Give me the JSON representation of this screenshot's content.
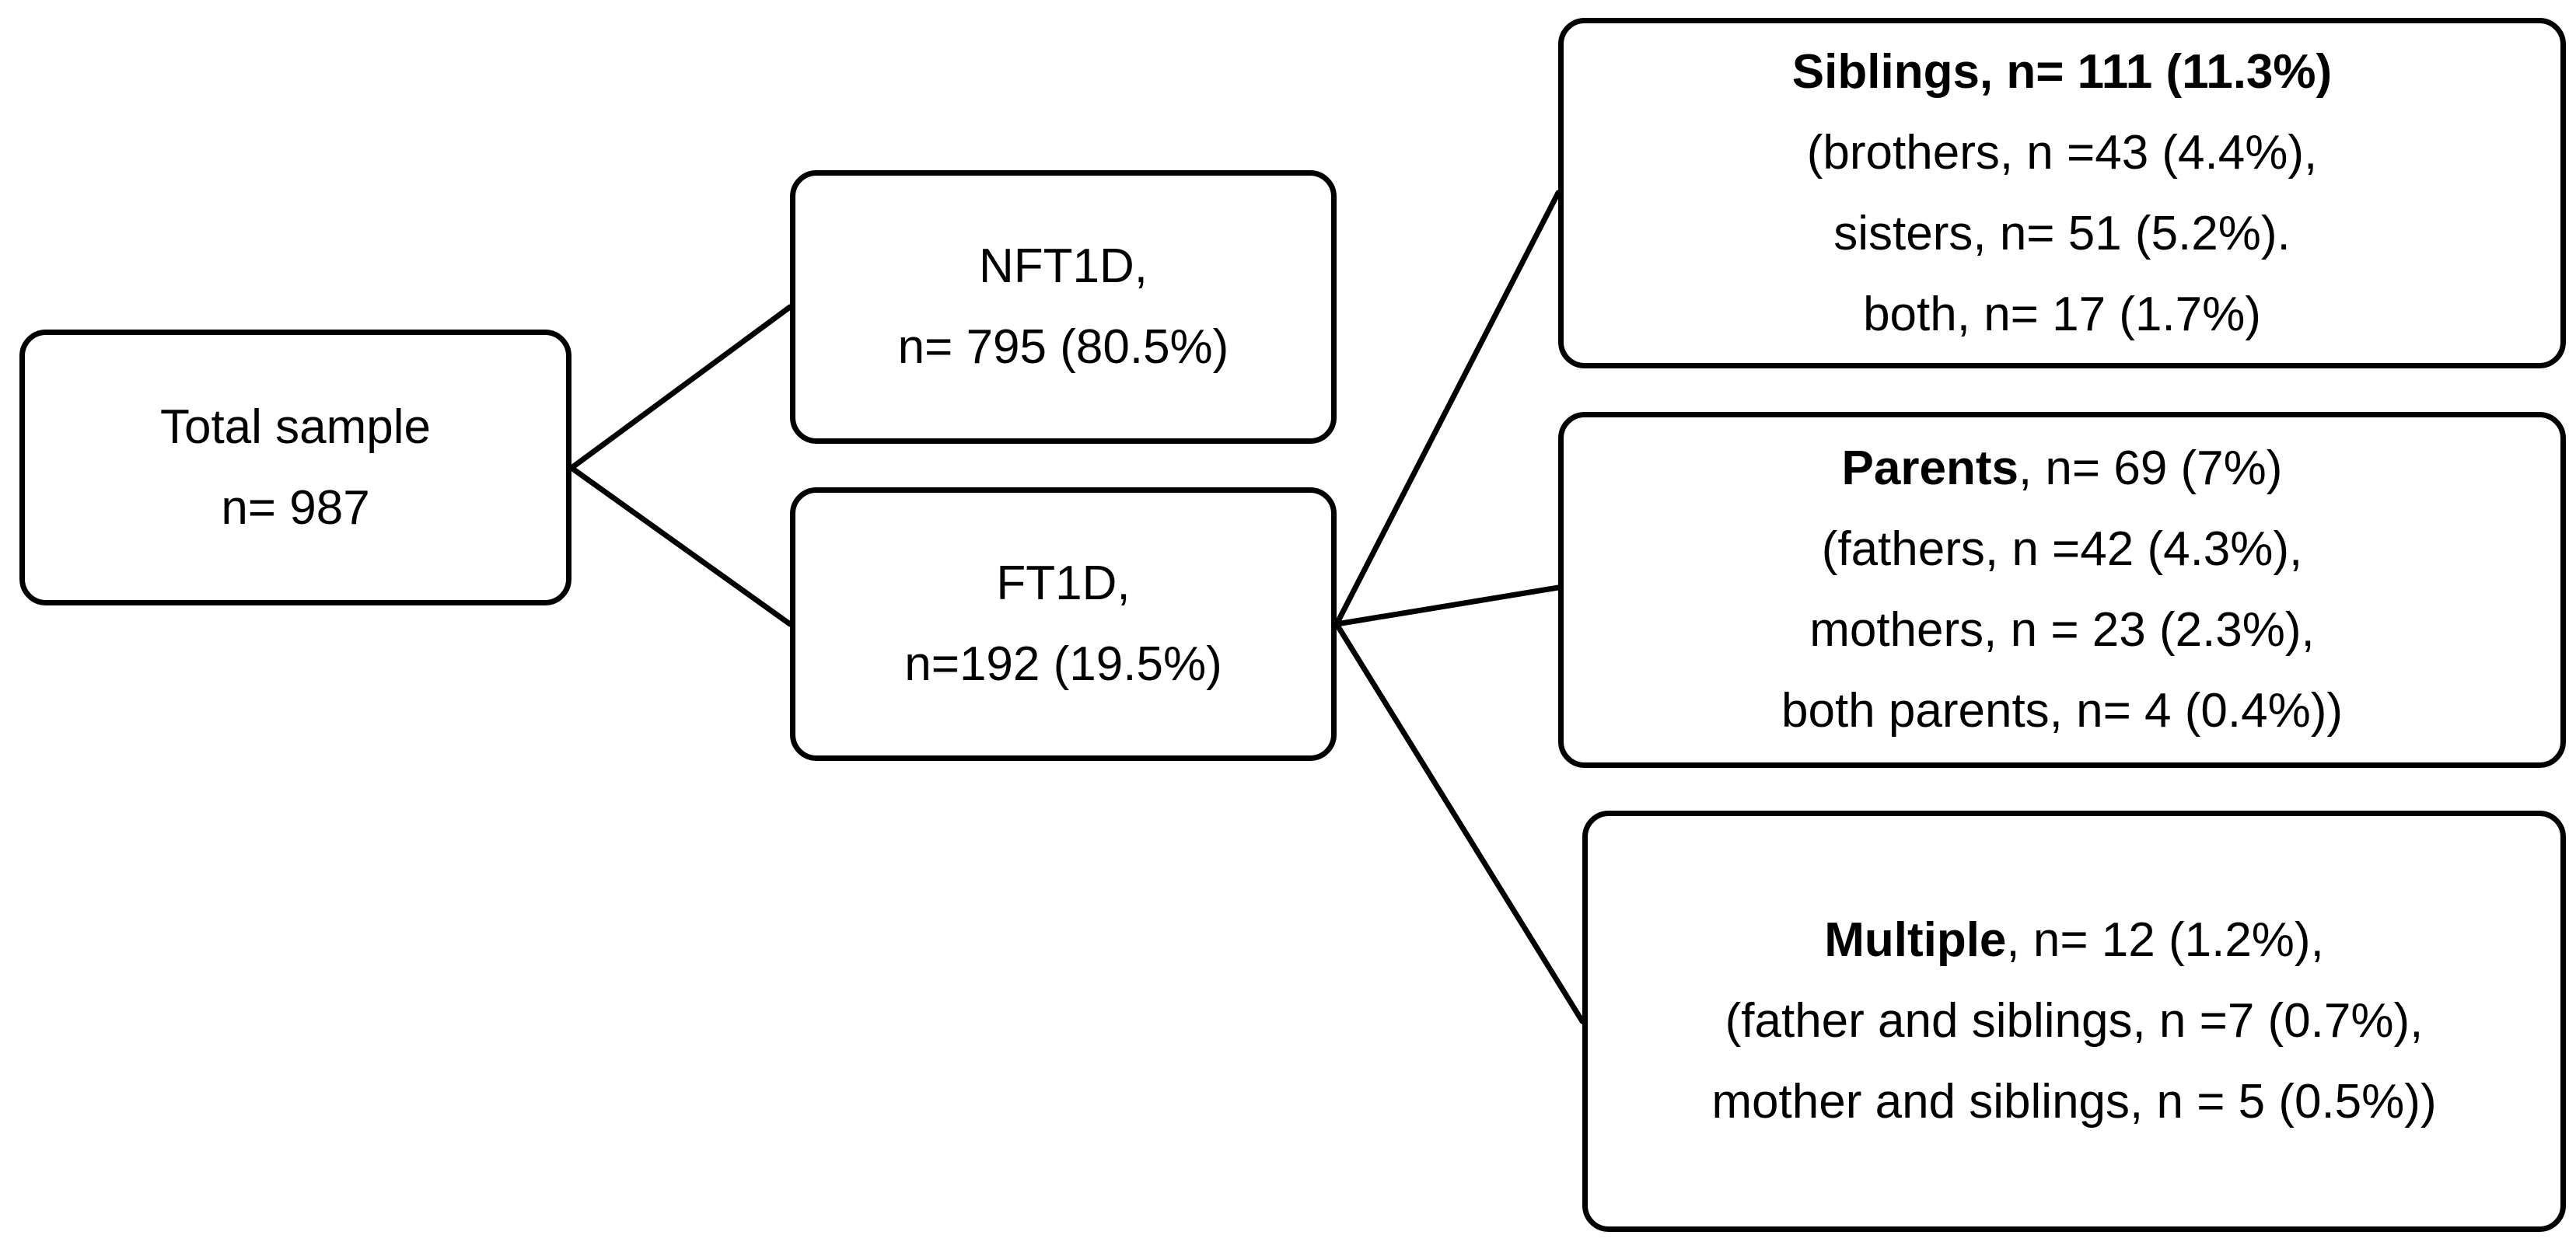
{
  "diagram": {
    "nodes": {
      "total": {
        "lines": [
          "Total sample",
          "n= 987"
        ]
      },
      "nft1d": {
        "lines": [
          "NFT1D,",
          "n= 795 (80.5%)"
        ]
      },
      "ft1d": {
        "lines": [
          "FT1D,",
          "n=192 (19.5%)"
        ]
      },
      "siblings": {
        "heading_bold": "Siblings, n= 111 (11.3%)",
        "lines": [
          "(brothers, n =43 (4.4%),",
          "sisters, n= 51 (5.2%).",
          "both, n= 17 (1.7%)"
        ]
      },
      "parents": {
        "heading_bold": "Parents",
        "heading_rest": ", n= 69 (7%)",
        "lines": [
          "(fathers, n =42 (4.3%),",
          "mothers, n = 23 (2.3%),",
          "both parents, n= 4 (0.4%))"
        ]
      },
      "multiple": {
        "heading_bold": "Multiple",
        "heading_rest": ", n= 12 (1.2%),",
        "lines": [
          "(father and siblings, n =7 (0.7%),",
          "mother and siblings, n = 5 (0.5%))"
        ]
      }
    },
    "edges": [
      {
        "from": "total",
        "to": "nft1d"
      },
      {
        "from": "total",
        "to": "ft1d"
      },
      {
        "from": "ft1d",
        "to": "siblings"
      },
      {
        "from": "ft1d",
        "to": "parents"
      },
      {
        "from": "ft1d",
        "to": "multiple"
      }
    ]
  }
}
